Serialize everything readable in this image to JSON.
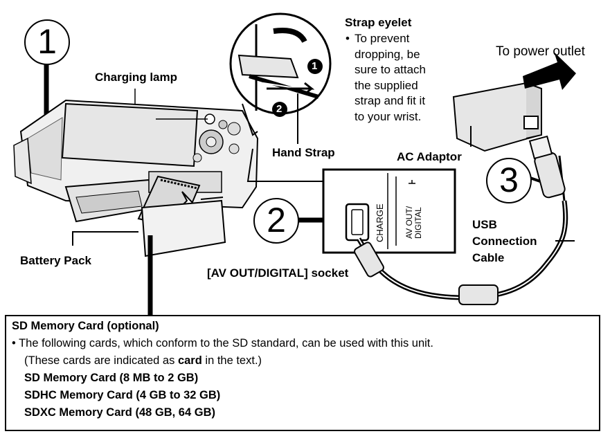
{
  "steps": [
    "1",
    "2",
    "3"
  ],
  "labels": {
    "charging_lamp": "Charging lamp",
    "strap_eyelet_title": "Strap eyelet",
    "strap_eyelet_lines": [
      "To prevent",
      "dropping, be",
      "sure to attach",
      "the supplied",
      "strap and fit it",
      "to your wrist."
    ],
    "hand_strap": "Hand Strap",
    "power_outlet": "To power outlet",
    "ac_adaptor": "AC Adaptor",
    "battery_pack": "Battery Pack",
    "av_socket": "[AV OUT/DIGITAL] socket",
    "usb_cable_lines": [
      "USB",
      "Connection",
      "Cable"
    ],
    "socket_charge": "CHARGE",
    "socket_avout_lines": [
      "AV OUT/",
      "DIGITAL"
    ],
    "strap_step_1": "1",
    "strap_step_2": "2"
  },
  "note": {
    "title": "SD Memory Card (optional)",
    "bullet": "The following cards, which conform to the SD standard, can be used with this unit.",
    "paren_before": "(These cards are indicated as ",
    "paren_bold": "card",
    "paren_after": " in the text.)",
    "cards": [
      "SD Memory Card (8 MB to 2 GB)",
      "SDHC Memory Card (4 GB to 32 GB)",
      "SDXC Memory Card (48 GB, 64 GB)"
    ]
  }
}
